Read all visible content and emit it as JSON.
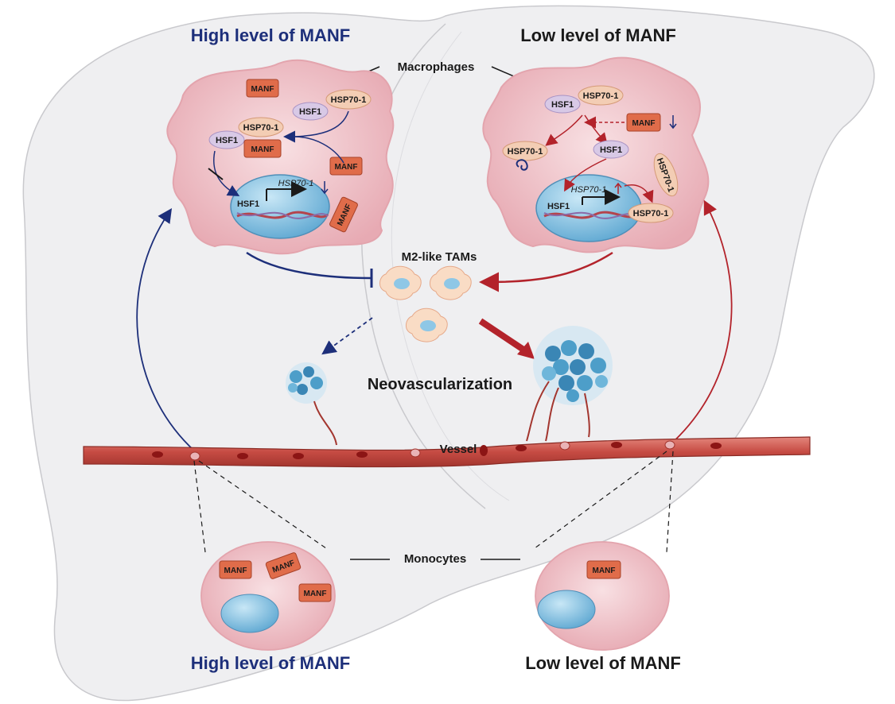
{
  "titles": {
    "top_left": "High level of MANF",
    "top_right": "Low level of MANF",
    "bottom_left": "High level of MANF",
    "bottom_right": "Low level of MANF"
  },
  "labels": {
    "macrophages": "Macrophages",
    "m2_tams": "M2-like TAMs",
    "neovascularization": "Neovascularization",
    "vessel": "Vessel",
    "monocytes": "Monocytes"
  },
  "proteins": {
    "manf": "MANF",
    "hsf1": "HSF1",
    "hsp70": "HSP70-1",
    "gene": "HSP70-1"
  },
  "colors": {
    "high_arrow": "#1d2f7a",
    "low_arrow": "#b3232b",
    "cell_fill": "#f2c9cf",
    "nucleus": "#8ec7e6",
    "manf_box": "#e06c4a",
    "hsf1_pill": "#d8c9e6",
    "hsp70_pill": "#f3cdb4",
    "vessel": "#c9584e"
  },
  "icons": {
    "up": "arrow-up-icon",
    "down": "arrow-down-icon"
  }
}
